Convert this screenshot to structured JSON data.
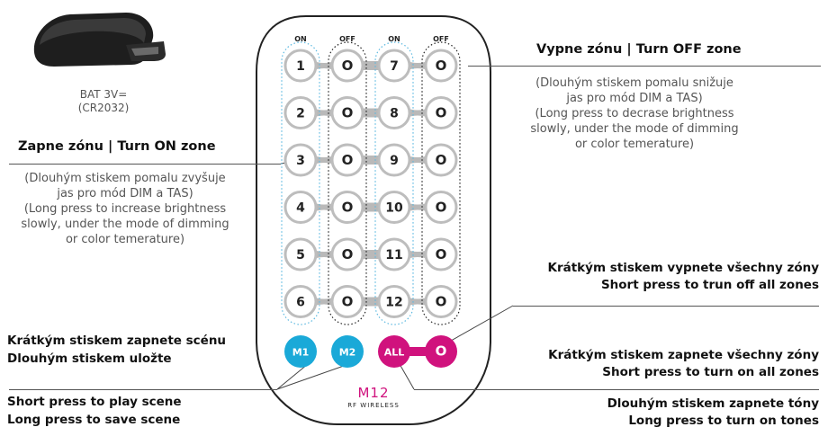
{
  "battery": {
    "label_line1": "BAT 3V=",
    "label_line2": "(CR2032)"
  },
  "left": {
    "on_title": "Zapne zónu | Turn ON zone",
    "on_desc": [
      "(Dlouhým stiskem pomalu zvyšuje",
      "jas pro mód DIM a TAS)",
      "(Long press to increase brightness",
      "slowly, under the mode of dimming",
      "or color temerature)"
    ],
    "scene_cz": [
      "Krátkým stiskem zapnete scénu",
      "Dlouhým stiskem uložte"
    ],
    "scene_en": [
      "Short press to play scene",
      "Long press to save scene"
    ]
  },
  "right": {
    "off_title": "Vypne zónu | Turn OFF zone",
    "off_desc": [
      "(Dlouhým stiskem pomalu snižuje",
      "jas pro mód DIM a TAS)",
      "(Long press to decrase brightness",
      "slowly, under the mode of dimming",
      "or color temerature)"
    ],
    "all_off": [
      "Krátkým stiskem vypnete všechny zóny",
      "Short press to trun off all zones"
    ],
    "all_on": [
      "Krátkým stiskem zapnete všechny zóny",
      "Short press to turn on all zones"
    ],
    "tones": [
      "Dlouhým stiskem zapnete  tóny",
      "Long press to turn on tones"
    ]
  },
  "remote": {
    "col_headers": [
      "ON",
      "OFF",
      "ON",
      "OFF"
    ],
    "left_zones": [
      "1",
      "2",
      "3",
      "4",
      "5",
      "6"
    ],
    "right_zones": [
      "7",
      "8",
      "9",
      "10",
      "11",
      "12"
    ],
    "off_symbol": "O",
    "bottom_buttons": [
      "M1",
      "M2",
      "ALL",
      "O"
    ],
    "model": "M12",
    "subtitle": "RF WIRELESS"
  },
  "colors": {
    "cyan": "#1aa9d8",
    "magenta": "#d0127d",
    "button_ring": "#bdbdbd",
    "connector": "#b9b9b9"
  }
}
